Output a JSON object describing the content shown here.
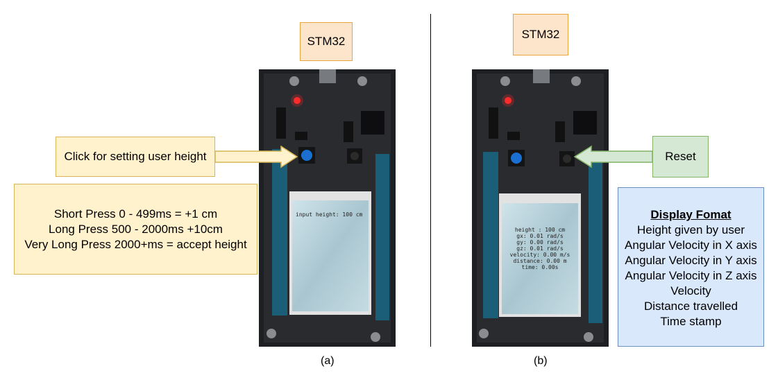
{
  "panel_a": {
    "board_label": "STM32",
    "height_button_label": "Click for setting user height",
    "press_info": {
      "lines": [
        "Short Press 0 - 499ms = +1 cm",
        "Long Press 500 - 2000ms +10cm",
        "Very Long Press 2000+ms = accept height"
      ]
    },
    "screen_text": "input height: 100 cm",
    "caption": "(a)"
  },
  "panel_b": {
    "board_label": "STM32",
    "reset_label": "Reset",
    "display_format": {
      "title": "Display Fomat",
      "lines": [
        "Height given by user",
        "Angular Velocity in X axis",
        "Angular Velocity in Y axis",
        "Angular Velocity in Z axis",
        "Velocity",
        "Distance travelled",
        "Time stamp"
      ]
    },
    "screen_lines": [
      "height : 100 cm",
      "gx: 0.01 rad/s",
      "gy: 0.00 rad/s",
      "gz: 0.01 rad/s",
      "velocity: 0.00 m/s",
      "distance: 0.00 m",
      "time: 0.00s"
    ],
    "caption": "(b)"
  },
  "colors": {
    "orange_fill": "#fde5cc",
    "yellow_fill": "#fff2cc",
    "green_fill": "#d5e8d4",
    "blue_fill": "#dae8fc"
  }
}
